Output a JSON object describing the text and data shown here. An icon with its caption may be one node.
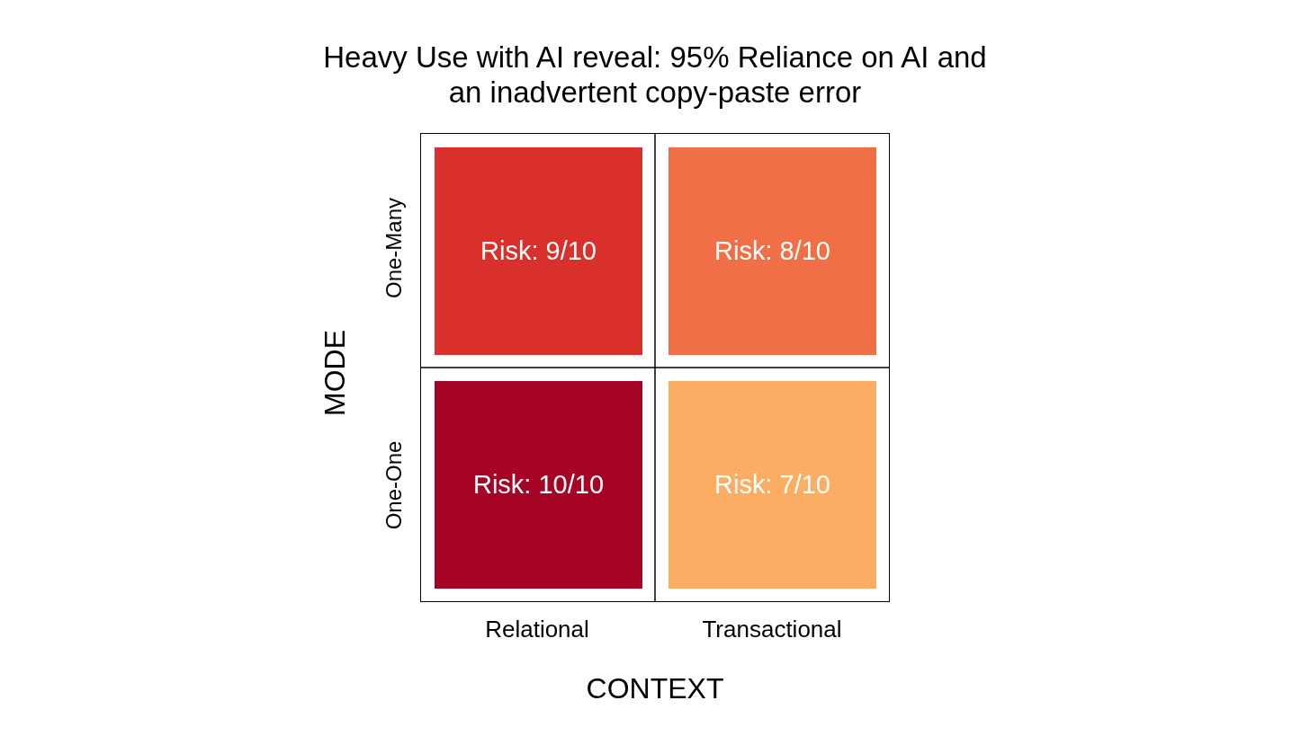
{
  "diagram": {
    "title": "Heavy Use with AI reveal: 95% Reliance on AI and an inadvertent copy-paste error",
    "nodes": [
      {
        "text": [
          "Risk: 9/10"
        ]
      },
      {
        "text": [
          "Risk: 8/10"
        ]
      },
      {
        "text": [
          "Risk: 10/10"
        ]
      },
      {
        "text": [
          "Risk: 7/10"
        ]
      }
    ],
    "labels": [
      "One-Many",
      "MODE",
      "One-One",
      "Relational",
      "Transactional",
      "CONTEXT"
    ]
  }
}
